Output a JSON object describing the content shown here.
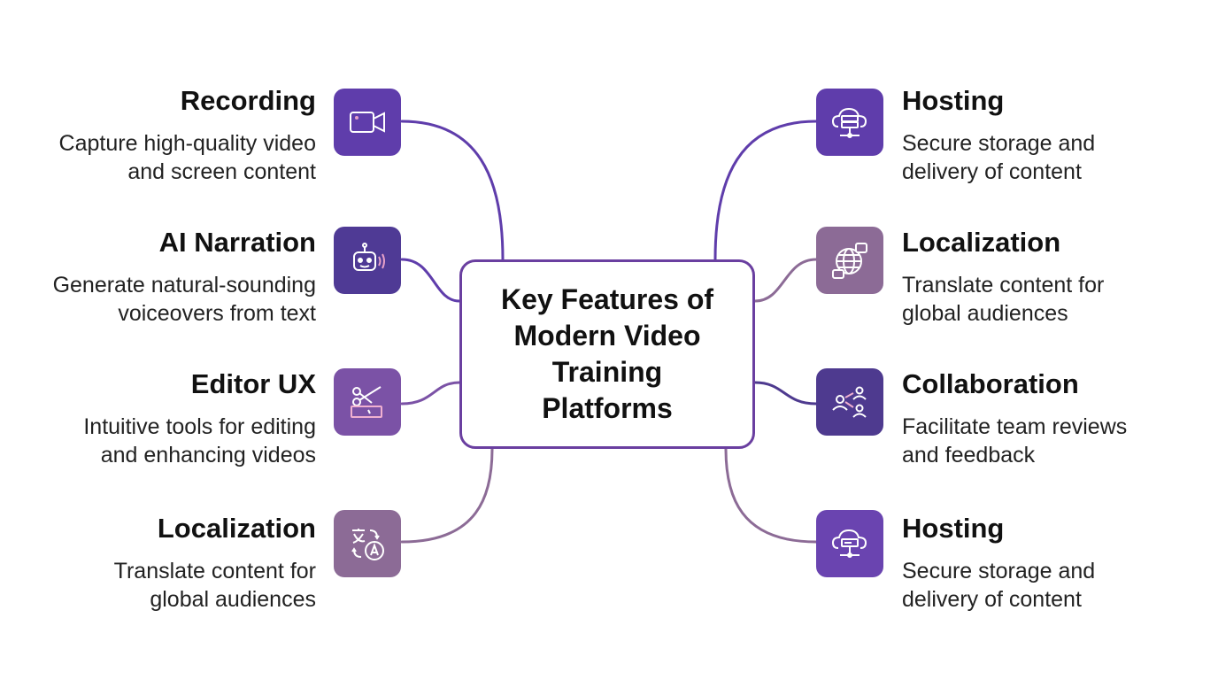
{
  "center": {
    "title": "Key Features of Modern Video Training Platforms"
  },
  "colors": {
    "dark": "#5f3dab",
    "medium": "#7b52a6",
    "mauve": "#8c6b96",
    "stroke": "#6a3fa0"
  },
  "features": {
    "left": [
      {
        "title": "Recording",
        "desc1": "Capture high-quality video",
        "desc2": "and screen content",
        "icon": "video-camera-icon"
      },
      {
        "title": "AI Narration",
        "desc1": "Generate natural-sounding",
        "desc2": "voiceovers from text",
        "icon": "robot-icon"
      },
      {
        "title": "Editor UX",
        "desc1": "Intuitive tools for editing",
        "desc2": "and enhancing videos",
        "icon": "scissors-icon"
      },
      {
        "title": "Localization",
        "desc1": "Translate content for",
        "desc2": "global audiences",
        "icon": "translate-icon"
      }
    ],
    "right": [
      {
        "title": "Hosting",
        "desc1": "Secure storage and",
        "desc2": "delivery of content",
        "icon": "cloud-server-icon"
      },
      {
        "title": "Localization",
        "desc1": "Translate content for",
        "desc2": "global audiences",
        "icon": "globe-chat-icon"
      },
      {
        "title": "Collaboration",
        "desc1": "Facilitate team reviews",
        "desc2": "and feedback",
        "icon": "team-icon"
      },
      {
        "title": "Hosting",
        "desc1": "Secure storage and",
        "desc2": "delivery of content",
        "icon": "cloud-server-icon"
      }
    ]
  }
}
